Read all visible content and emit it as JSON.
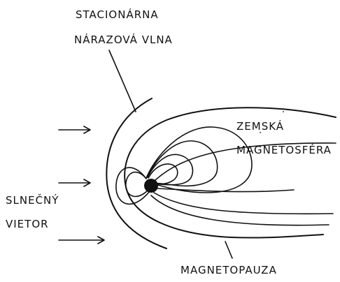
{
  "labels": {
    "shock_line1": "STACIONÁRNA",
    "shock_line2": "NÁRAZOVÁ  VLNA",
    "magnetosphere_line1": "ZEMSKÁ",
    "magnetosphere_line2": "MAGNETOSFÉRA",
    "wind_line1": "SLNEČNÝ",
    "wind_line2": "VIETOR",
    "magnetopause": "MAGNETOPAUZA"
  },
  "colors": {
    "ink": "#111111",
    "background": "#ffffff"
  }
}
